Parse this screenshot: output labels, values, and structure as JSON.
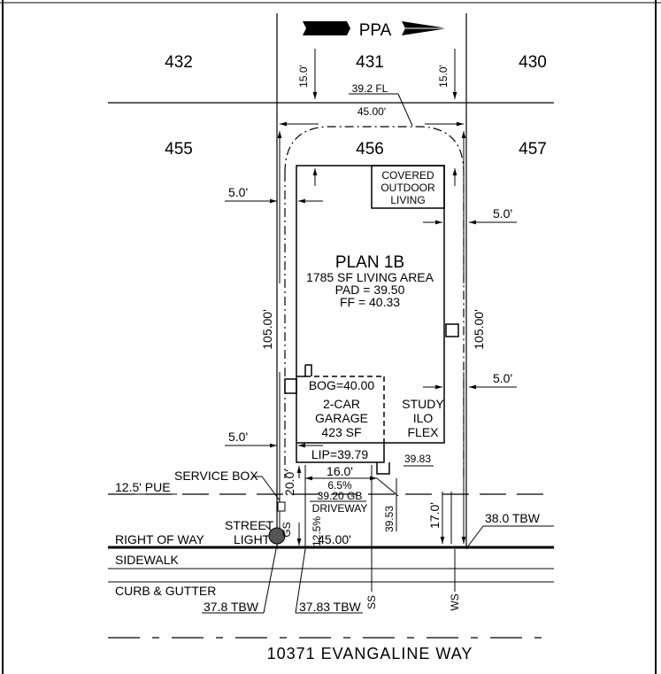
{
  "north_label": "PPA",
  "lots": {
    "l432": "432",
    "l431": "431",
    "l430": "430",
    "l455": "455",
    "l456": "456",
    "l457": "457"
  },
  "dims": {
    "rear_setback_left": "15.0'",
    "rear_setback_right": "15.0'",
    "fl": "39.2 FL",
    "lot_width_top": "45.00'",
    "lot_width_bottom": "45.00'",
    "side_left_1": "5.0'",
    "side_right_1": "5.0'",
    "side_right_2": "5.0'",
    "side_left_2": "5.0'",
    "depth_left": "105.00'",
    "depth_right": "105.00'",
    "front_setback": "20.0'",
    "driveway_width": "16.0'",
    "slope": "6.5%",
    "gb": "39.20 GB",
    "driveway": "DRIVEWAY",
    "side_slope": "12.5%",
    "elev_3983": "39.83",
    "elev_3953": "39.53",
    "front_170": "17.0'",
    "pue": "12.5' PUE"
  },
  "house": {
    "plan": "PLAN 1B",
    "area": "1785 SF LIVING AREA",
    "pad": "PAD = 39.50",
    "ff": "FF = 40.33",
    "bog": "BOG=40.00",
    "garage_1": "2-CAR",
    "garage_2": "GARAGE",
    "garage_3": "423 SF",
    "lip": "LIP=39.79",
    "study_1": "STUDY",
    "study_2": "ILO",
    "study_3": "FLEX",
    "covered_1": "COVERED",
    "covered_2": "OUTDOOR",
    "covered_3": "LIVING"
  },
  "labels": {
    "service_box": "SERVICE BOX",
    "street": "STREET",
    "light": "LIGHT",
    "gs": "GS",
    "row": "RIGHT OF WAY",
    "tbw_380": "38.0 TBW",
    "sidewalk": "SIDEWALK",
    "curb": "CURB & GUTTER",
    "tbw_378": "37.8 TBW",
    "tbw_3783": "37.83 TBW",
    "ss": "SS",
    "ws": "WS",
    "street_name": "10371 EVANGALINE WAY"
  }
}
